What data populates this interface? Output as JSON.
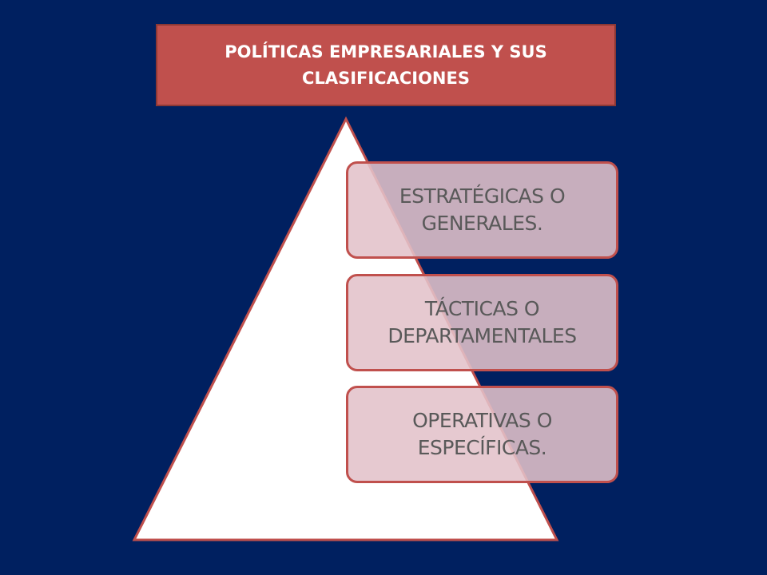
{
  "title": {
    "text": "POLÍTICAS EMPRESARIALES Y SUS CLASIFICACIONES"
  },
  "levels": [
    {
      "label": "ESTRATÉGICAS O GENERALES."
    },
    {
      "label": "TÁCTICAS O DEPARTAMENTALES"
    },
    {
      "label": "OPERATIVAS O ESPECÍFICAS."
    }
  ],
  "colors": {
    "background": "#002060",
    "title_fill": "#c0504d",
    "title_text": "#ffffff",
    "pyramid_fill": "#ffffff",
    "level_fill": "#e2c2ca",
    "level_border": "#c0504d",
    "level_text": "#595959"
  }
}
